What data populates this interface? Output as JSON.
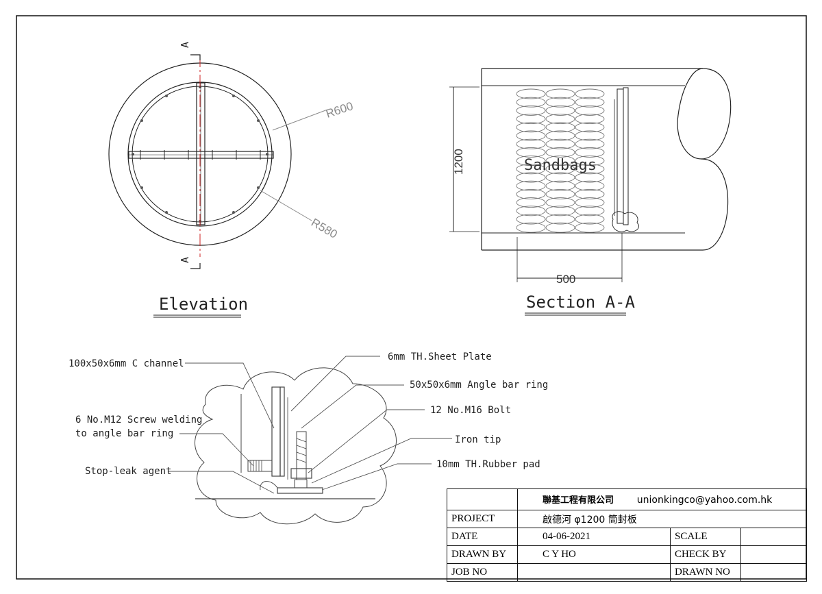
{
  "views": {
    "elevation": {
      "title": "Elevation",
      "section_mark": "A",
      "radius_outer": "R600",
      "radius_inner": "R580"
    },
    "section": {
      "title": "Section A-A",
      "fill_label": "Sandbags",
      "dim_height": "1200",
      "dim_width": "500"
    }
  },
  "detail": {
    "callouts": [
      "100x50x6mm C channel",
      "6mm TH.Sheet Plate",
      "50x50x6mm Angle bar ring",
      "6 No.M12 Screw welding",
      "to angle bar ring",
      "12 No.M16 Bolt",
      "Iron tip",
      "Stop-leak agent",
      "10mm TH.Rubber pad"
    ]
  },
  "title_block": {
    "company": "聯基工程有限公司",
    "email": "unionkingco@yahoo.com.hk",
    "project_label": "PROJECT",
    "project": "啟德河 φ1200 筒封板",
    "date_label": "DATE",
    "date": "04-06-2021",
    "scale_label": "SCALE",
    "scale": "",
    "drawn_by_label": "DRAWN BY",
    "drawn_by": "C Y HO",
    "check_by_label": "CHECK BY",
    "check_by": "",
    "job_no_label": "JOB NO",
    "job_no": "",
    "drawn_no_label": "DRAWN NO",
    "drawn_no": ""
  },
  "colors": {
    "line": "#222222",
    "light_line": "#8a8a8a",
    "section_line": "#cc2222"
  }
}
